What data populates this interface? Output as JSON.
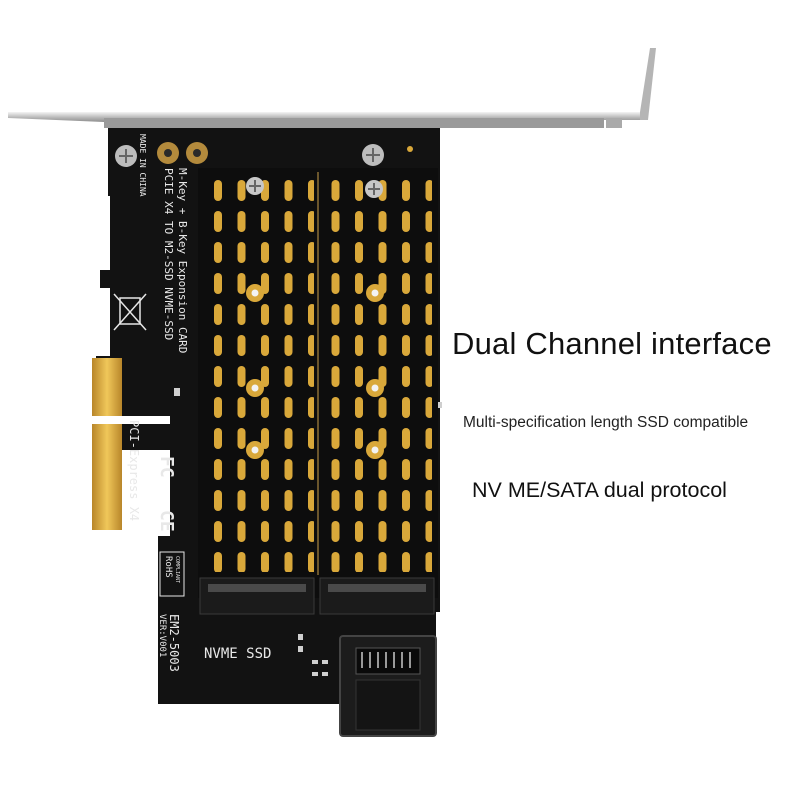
{
  "headline": "Dual Channel interface",
  "subheadline": "Multi-specification length SSD compatible",
  "protocol_line": "NV ME/SATA dual protocol",
  "pcb_labels": {
    "made_in": "MADE IN CHINA",
    "title_line1": "PCIE X4 TO M2-SSD NVME-SSD",
    "title_line2": "M-Key + B-Key Exponsion CARD",
    "bus": "PCI-Express X4",
    "fc_mark": "FC",
    "ce_mark": "CE",
    "rohs_line1": "RoHS",
    "rohs_line2": "COMPLIANT",
    "model": "EM2-5003",
    "version": "VER:V001",
    "nvme_ssd": "NVME SSD"
  },
  "colors": {
    "pcb": "#121212",
    "gold": "#d9a83a",
    "bracket": "#c9c9c9",
    "text": "#111111"
  }
}
